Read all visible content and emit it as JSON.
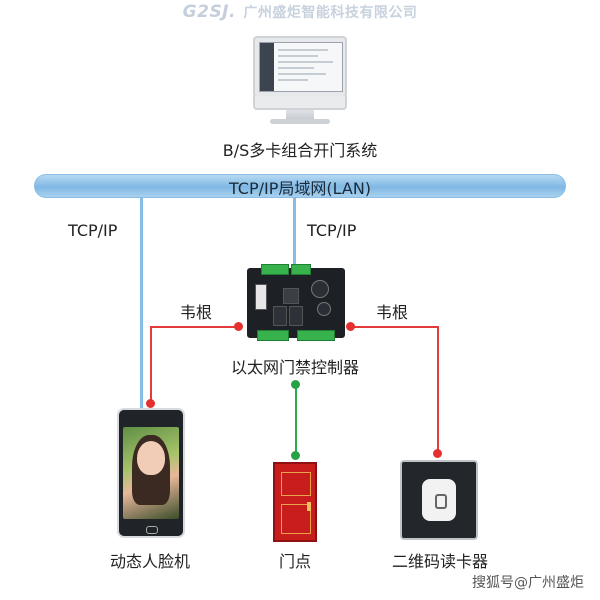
{
  "header": {
    "logo": "G2SJ.",
    "company": "广州盛炬智能科技有限公司"
  },
  "nodes": {
    "bs_system": "B/S多卡组合开门系统",
    "lan": "TCP/IP局域网(LAN)",
    "controller": "以太网门禁控制器",
    "face_terminal": "动态人脸机",
    "door": "门点",
    "card_reader": "二维码读卡器"
  },
  "edges": {
    "face_to_lan": "TCP/IP",
    "controller_to_lan": "TCP/IP",
    "face_to_controller": "韦根",
    "reader_to_controller": "韦根"
  },
  "colors": {
    "lan": "#86bde6",
    "wiegand": "#e23b3b",
    "door_link": "#2ea84a"
  },
  "watermark": "搜狐号@广州盛炬"
}
